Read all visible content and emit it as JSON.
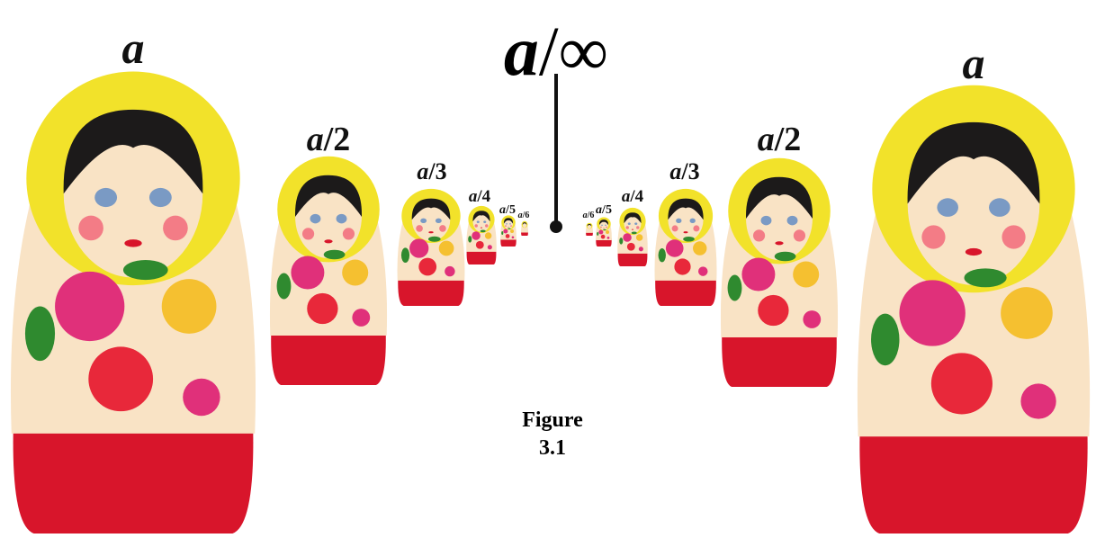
{
  "limit_label": {
    "a": "a",
    "rest": "/∞"
  },
  "caption": {
    "line1": "Figure",
    "line2": "3.1"
  },
  "doll_labels": {
    "left": [
      {
        "a": "a",
        "rest": ""
      },
      {
        "a": "a",
        "rest": "/2"
      },
      {
        "a": "a",
        "rest": "/3"
      },
      {
        "a": "a",
        "rest": "/4"
      },
      {
        "a": "a",
        "rest": "/5"
      },
      {
        "a": "a",
        "rest": "/6"
      }
    ],
    "right": [
      {
        "a": "a",
        "rest": ""
      },
      {
        "a": "a",
        "rest": "/2"
      },
      {
        "a": "a",
        "rest": "/3"
      },
      {
        "a": "a",
        "rest": "/4"
      },
      {
        "a": "a",
        "rest": "/5"
      },
      {
        "a": "a",
        "rest": "/6"
      }
    ]
  },
  "colors": {
    "headscarf": "#f2e22a",
    "body_base": "#d8152b",
    "face": "#f9e3c5",
    "hair": "#1c1a1a",
    "rose_pink": "#e0307a",
    "rose_red": "#e8283a",
    "rose_yellow": "#f5c030",
    "leaf": "#2f8a2f",
    "line": "#111111"
  }
}
